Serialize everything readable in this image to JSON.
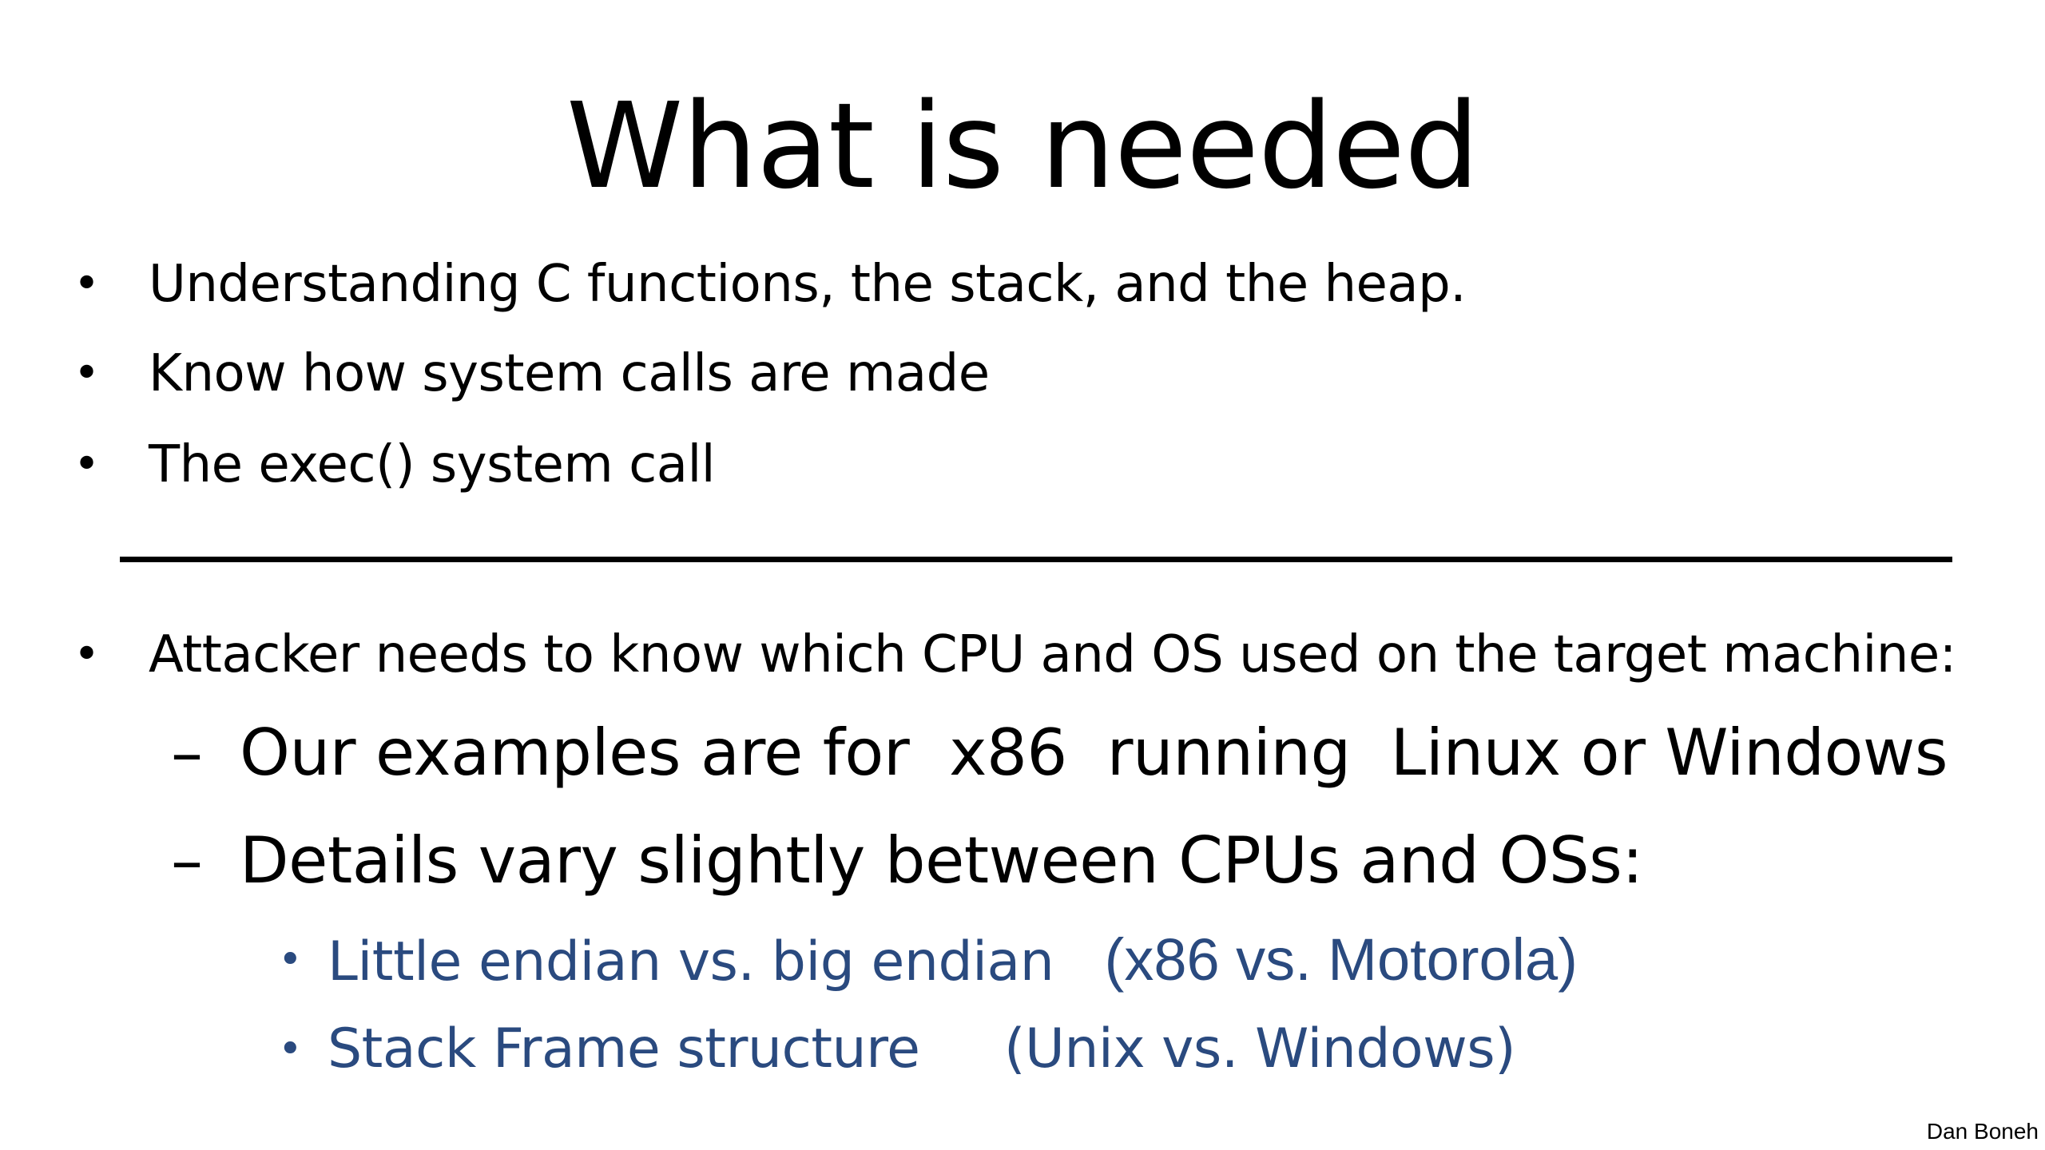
{
  "slide": {
    "title": "What is needed",
    "top_bullets": [
      "Understanding C functions, the stack, and the heap.",
      "Know how system calls are made",
      "The exec() system call"
    ],
    "attacker_bullet": "Attacker needs to know which CPU and OS used on the target machine:",
    "sub_bullets": [
      "Our examples are for  x86  running  Linux or Windows",
      "Details vary slightly between CPUs and OSs:"
    ],
    "sub_sub_bullets": [
      {
        "main": "Little endian vs. big endian   ",
        "paren": "(x86 vs. Motorola)"
      },
      {
        "main": "Stack Frame structure     ",
        "paren": "(Unix vs. Windows)"
      }
    ],
    "bullet_glyph": "•",
    "dash_glyph": "–",
    "footer": "Dan Boneh"
  },
  "colors": {
    "text": "#000000",
    "subsub_text": "#2a4a7f",
    "background": "#ffffff"
  }
}
